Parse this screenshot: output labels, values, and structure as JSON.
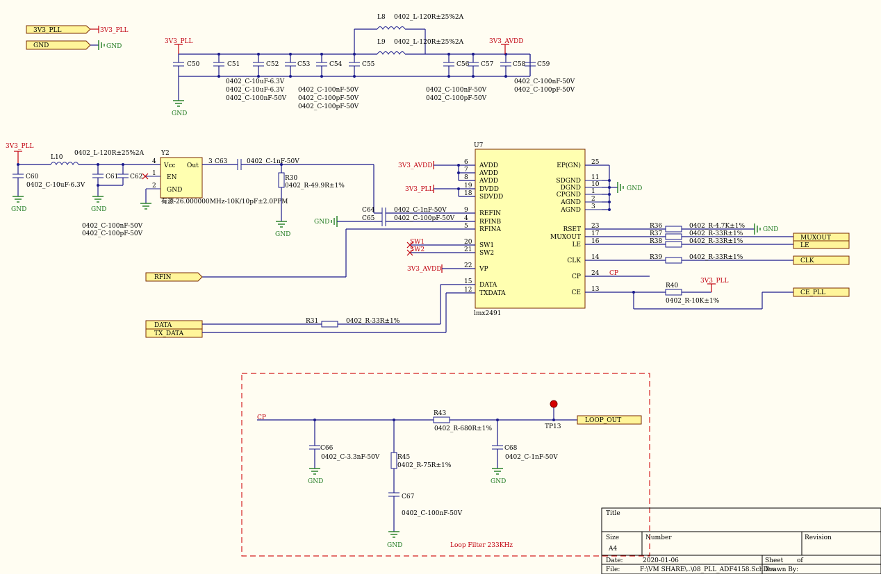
{
  "ports": {
    "pll_3v3": "3V3_PLL",
    "gnd": "GND",
    "rfin": "RFIN",
    "data": "DATA",
    "tx_data": "TX_DATA",
    "muxout": "MUXOUT",
    "le": "LE",
    "clk": "CLK",
    "ce_pll": "CE_PLL",
    "loop_out": "LOOP_OUT"
  },
  "power": {
    "pll": "3V3_PLL",
    "avdd": "3V3_AVDD",
    "gnd": "GND"
  },
  "designators": {
    "L8": "L8",
    "L9": "L9",
    "L10": "L10",
    "C50": "C50",
    "C51": "C51",
    "C52": "C52",
    "C53": "C53",
    "C54": "C54",
    "C55": "C55",
    "C56": "C56",
    "C57": "C57",
    "C58": "C58",
    "C59": "C59",
    "C60": "C60",
    "C61": "C61",
    "C62": "C62",
    "C63": "C63",
    "C64": "C64",
    "C65": "C65",
    "C66": "C66",
    "C67": "C67",
    "C68": "C68",
    "R30": "R30",
    "R31": "R31",
    "R36": "R36",
    "R37": "R37",
    "R38": "R38",
    "R39": "R39",
    "R40": "R40",
    "R43": "R43",
    "R45": "R45",
    "Y2": "Y2",
    "U7": "U7",
    "TP13": "TP13"
  },
  "values": {
    "l_120r": "0402_L-120R±25%2A",
    "c_10uf": "0402_C-10uF-6.3V",
    "c_100nf": "0402_C-100nF-50V",
    "c_100pf": "0402_C-100pF-50V",
    "c_1nf": "0402_C-1nF-50V",
    "c_3n3": "0402_C-3.3nF-50V",
    "r_49r9": "0402_R-49.9R±1%",
    "r_33r": "0402_R-33R±1%",
    "r_4k7": "0402_R-4.7K±1%",
    "r_10k": "0402_R-10K±1%",
    "r_680r": "0402_R-680R±1%",
    "r_75r": "0402_R-75R±1%",
    "osc": "有源-26.000000MHz-10K/10pF±2.0PPM"
  },
  "osc_pins": {
    "vcc": "Vcc",
    "out": "Out",
    "en": "EN",
    "gnd": "GND",
    "n4": "4",
    "n1": "1",
    "n2": "2",
    "n3": "3"
  },
  "chip": {
    "part": "lmx2491",
    "left": [
      {
        "num": "6",
        "name": "AVDD"
      },
      {
        "num": "7",
        "name": "AVDD"
      },
      {
        "num": "8",
        "name": "AVDD"
      },
      {
        "num": "19",
        "name": "DVDD"
      },
      {
        "num": "18",
        "name": "SDVDD"
      },
      {
        "num": "9",
        "name": "REFIN"
      },
      {
        "num": "4",
        "name": "RFINB"
      },
      {
        "num": "5",
        "name": "RFINA"
      },
      {
        "num": "20",
        "name": "SW1"
      },
      {
        "num": "21",
        "name": "SW2"
      },
      {
        "num": "22",
        "name": "VP"
      },
      {
        "num": "15",
        "name": "DATA"
      },
      {
        "num": "12",
        "name": "TXDATA"
      }
    ],
    "right": [
      {
        "num": "25",
        "name": "EP(GN)"
      },
      {
        "num": "11",
        "name": "SDGND"
      },
      {
        "num": "10",
        "name": "DGND"
      },
      {
        "num": "1",
        "name": "CPGND"
      },
      {
        "num": "2",
        "name": "AGND"
      },
      {
        "num": "3",
        "name": "AGND"
      },
      {
        "num": "23",
        "name": "RSET"
      },
      {
        "num": "17",
        "name": "MUXOUT"
      },
      {
        "num": "16",
        "name": "LE"
      },
      {
        "num": "14",
        "name": "CLK"
      },
      {
        "num": "24",
        "name": "CP"
      },
      {
        "num": "13",
        "name": "CE"
      }
    ]
  },
  "nets": {
    "sw1": "SW1",
    "sw2": "SW2",
    "cp": "CP"
  },
  "loop_filter": {
    "title": "Loop Filter 233KHz"
  },
  "title_block": {
    "title_label": "Title",
    "size_label": "Size",
    "size_value": "A4",
    "number_label": "Number",
    "revision_label": "Revision",
    "date_label": "Date:",
    "date_value": "2020-01-06",
    "sheet_label": "Sheet",
    "of_label": "of",
    "file_label": "File:",
    "file_value": "F:\\VM SHARE\\..\\08_PLL_ADF4158.SchDoc",
    "drawn_label": "Drawn By:"
  },
  "colors": {
    "wire": "#1a1a8c",
    "power": "#c0000d",
    "ground": "#1f7a1f",
    "port_fill": "#fff59a",
    "chip_fill": "#ffffb0",
    "background": "#fffdf2"
  }
}
